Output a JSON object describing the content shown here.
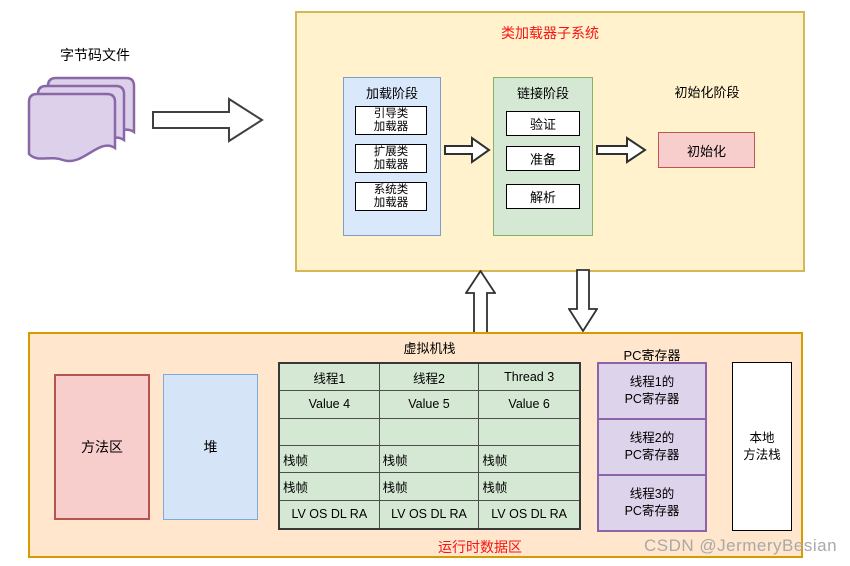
{
  "bytecode_file": {
    "label": "字节码文件"
  },
  "class_loader_subsystem": {
    "title": "类加载器子系统",
    "loading_phase": {
      "title": "加载阶段",
      "loaders": [
        "引导类\n加载器",
        "扩展类\n加载器",
        "系统类\n加载器"
      ]
    },
    "linking_phase": {
      "title": "链接阶段",
      "steps": [
        "验证",
        "准备",
        "解析"
      ]
    },
    "initialization_phase": {
      "title": "初始化阶段",
      "box_label": "初始化"
    }
  },
  "runtime_data_area": {
    "title": "运行时数据区",
    "method_area_label": "方法区",
    "heap_label": "堆",
    "vm_stack": {
      "title": "虚拟机栈",
      "columns": [
        "线程1",
        "线程2",
        "Thread 3"
      ],
      "values_row": [
        "Value 4",
        "Value 5",
        "Value 6"
      ],
      "empty_row": [
        "",
        "",
        ""
      ],
      "frame_rows": [
        [
          "栈帧",
          "栈帧",
          "栈帧"
        ],
        [
          "栈帧",
          "栈帧",
          "栈帧"
        ]
      ],
      "slots_row": [
        "LV OS DL RA",
        "LV OS DL RA",
        "LV OS DL RA"
      ]
    },
    "pc_register": {
      "title": "PC寄存器",
      "cells": [
        "线程1的\nPC寄存器",
        "线程2的\nPC寄存器",
        "线程3的\nPC寄存器"
      ]
    },
    "native_method_stack_label": "本地\n方法栈"
  },
  "watermark": "CSDN @JermeryBesian",
  "palette": {
    "red_title": "#f51515",
    "subsystem_fill": "#fff2cc",
    "subsystem_border": "#d6b656",
    "runtime_fill": "#ffe6cc",
    "runtime_border": "#d79b00",
    "loading_fill": "#dae8fc",
    "loading_border": "#7d9ec9",
    "linking_fill": "#d5e8d4",
    "linking_border": "#82b366",
    "pink_fill": "#f8cecc",
    "pink_border": "#b85450",
    "heap_fill": "#d6e4f7",
    "heap_border": "#7fa8dc",
    "purple_fill": "#ddd3ea",
    "purple_border": "#8a63a8",
    "table_fill": "#d5e8d4",
    "table_border": "#4d4d4d",
    "watermark_color": "#a9a9a9"
  }
}
